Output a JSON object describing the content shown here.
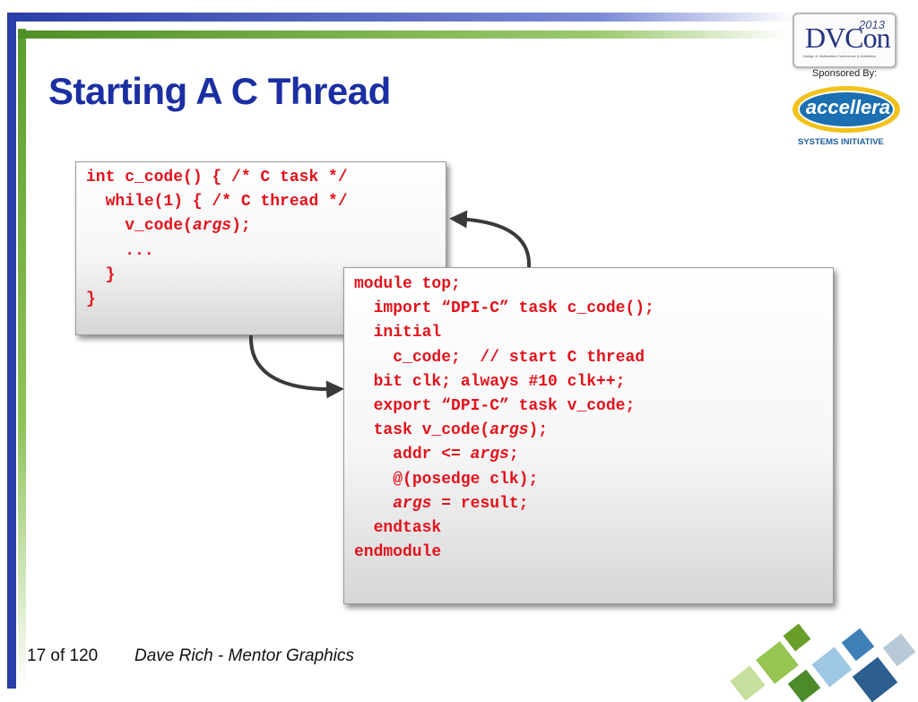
{
  "slide": {
    "title": "Starting A C Thread",
    "footer_page": "17 of 120",
    "footer_author": "Dave Rich - Mentor Graphics"
  },
  "logos": {
    "dvcon_text": "DVCon",
    "dvcon_year": "2013",
    "dvcon_tagline": "Design & Verification Conference & Exhibition",
    "sponsored_by": "Sponsored By:",
    "accellera": "accellera",
    "accellera_sub": "SYSTEMS INITIATIVE"
  },
  "c_code": {
    "lines": [
      {
        "indent": "",
        "parts": [
          {
            "t": "int c_code() { /* C task */"
          }
        ]
      },
      {
        "indent": "  ",
        "parts": [
          {
            "t": "while(1) { /* C thread */"
          }
        ]
      },
      {
        "indent": "    ",
        "parts": [
          {
            "t": "v_code("
          },
          {
            "t": "args",
            "i": true
          },
          {
            "t": ");"
          }
        ]
      },
      {
        "indent": "    ",
        "parts": [
          {
            "t": "..."
          }
        ]
      },
      {
        "indent": "  ",
        "parts": [
          {
            "t": "}"
          }
        ]
      },
      {
        "indent": "",
        "parts": [
          {
            "t": "}"
          }
        ]
      }
    ]
  },
  "sv_code": {
    "lines": [
      {
        "indent": "",
        "parts": [
          {
            "t": "module top;"
          }
        ]
      },
      {
        "indent": "  ",
        "parts": [
          {
            "t": "import “DPI-C” task c_code();"
          }
        ]
      },
      {
        "indent": "  ",
        "parts": [
          {
            "t": "initial"
          }
        ]
      },
      {
        "indent": "    ",
        "parts": [
          {
            "t": "c_code;  // start C thread"
          }
        ]
      },
      {
        "indent": "  ",
        "parts": [
          {
            "t": "bit clk; always #10 clk++;"
          }
        ]
      },
      {
        "indent": "  ",
        "parts": [
          {
            "t": "export “DPI-C” task v_code;"
          }
        ]
      },
      {
        "indent": "  ",
        "parts": [
          {
            "t": "task v_code("
          },
          {
            "t": "args",
            "i": true
          },
          {
            "t": ");"
          }
        ]
      },
      {
        "indent": "    ",
        "parts": [
          {
            "t": "addr <= "
          },
          {
            "t": "args",
            "i": true
          },
          {
            "t": ";"
          }
        ]
      },
      {
        "indent": "    ",
        "parts": [
          {
            "t": "@(posedge clk);"
          }
        ]
      },
      {
        "indent": "    ",
        "parts": [
          {
            "t": "args",
            "i": true
          },
          {
            "t": " = result;"
          }
        ]
      },
      {
        "indent": "  ",
        "parts": [
          {
            "t": "endtask"
          }
        ]
      },
      {
        "indent": "",
        "parts": [
          {
            "t": "endmodule"
          }
        ]
      }
    ]
  },
  "colors": {
    "title": "#1b2fa3",
    "code": "#e3121b",
    "arrow": "#3a3a3a"
  }
}
